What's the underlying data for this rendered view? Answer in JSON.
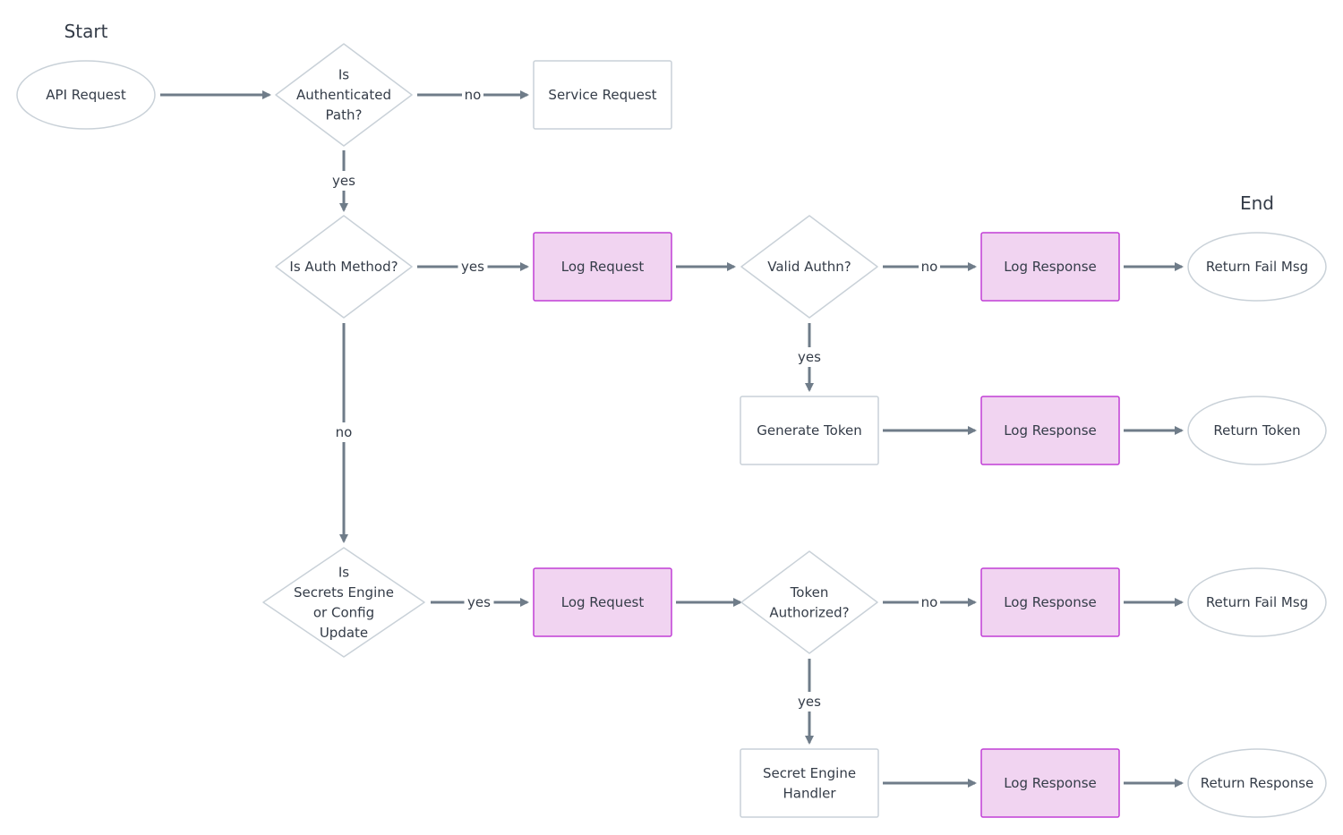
{
  "headings": {
    "start": "Start",
    "end": "End"
  },
  "colors": {
    "arrow": "#6f7c89",
    "node_border": "#c9d1d8",
    "log_fill": "#f1d4f1",
    "log_border": "#c13fd6",
    "text": "#343c48"
  },
  "nodes": {
    "api_request": {
      "lines": [
        "API Request"
      ]
    },
    "is_authenticated_path": {
      "lines": [
        "Is",
        "Authenticated",
        "Path?"
      ]
    },
    "service_request": {
      "lines": [
        "Service Request"
      ]
    },
    "is_auth_method": {
      "lines": [
        "Is Auth Method?"
      ]
    },
    "log_request_1": {
      "lines": [
        "Log Request"
      ]
    },
    "valid_authn": {
      "lines": [
        "Valid Authn?"
      ]
    },
    "log_response_1": {
      "lines": [
        "Log Response"
      ]
    },
    "return_fail_msg_1": {
      "lines": [
        "Return Fail Msg"
      ]
    },
    "generate_token": {
      "lines": [
        "Generate Token"
      ]
    },
    "log_response_2": {
      "lines": [
        "Log Response"
      ]
    },
    "return_token": {
      "lines": [
        "Return Token"
      ]
    },
    "is_secrets_engine": {
      "lines": [
        "Is",
        "Secrets Engine",
        "or Config",
        "Update"
      ]
    },
    "log_request_2": {
      "lines": [
        "Log Request"
      ]
    },
    "token_authorized": {
      "lines": [
        "Token",
        "Authorized?"
      ]
    },
    "log_response_3": {
      "lines": [
        "Log Response"
      ]
    },
    "return_fail_msg_2": {
      "lines": [
        "Return Fail Msg"
      ]
    },
    "secret_engine_handler": {
      "lines": [
        "Secret Engine",
        "Handler"
      ]
    },
    "log_response_4": {
      "lines": [
        "Log Response"
      ]
    },
    "return_response": {
      "lines": [
        "Return Response"
      ]
    }
  },
  "edge_labels": {
    "auth_path_no": "no",
    "auth_path_yes": "yes",
    "auth_method_yes": "yes",
    "auth_method_no": "no",
    "valid_authn_no": "no",
    "valid_authn_yes": "yes",
    "secrets_yes": "yes",
    "token_auth_no": "no",
    "token_auth_yes": "yes"
  }
}
